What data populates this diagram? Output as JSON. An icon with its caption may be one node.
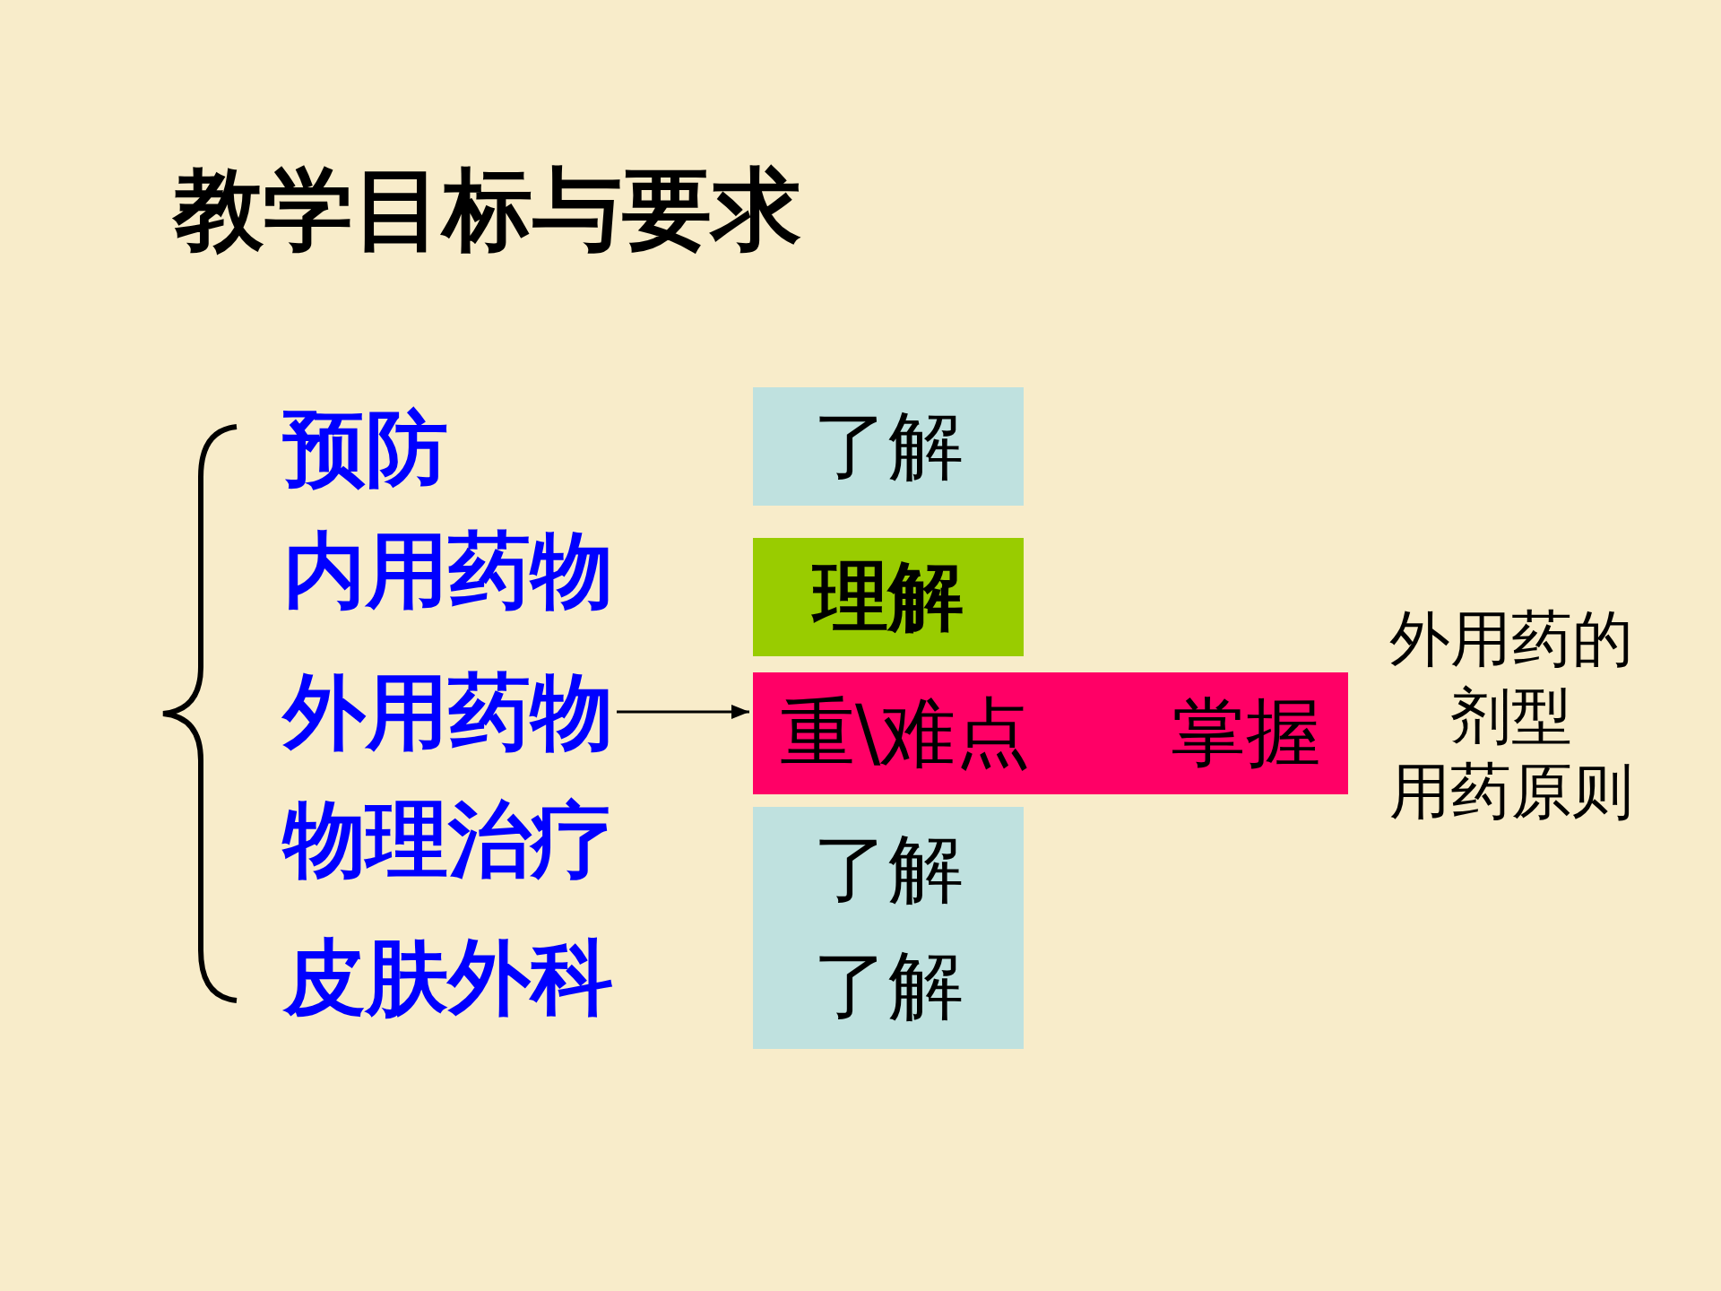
{
  "diagram": {
    "title": "教学目标与要求",
    "nodes": [
      {
        "text": [
          "了解"
        ]
      },
      {
        "text": [
          "理解"
        ]
      },
      {
        "text": [
          "外用药物"
        ]
      },
      {
        "text": [
          "重\\难点",
          "掌握"
        ],
        "beside": [
          "外用药的剂型",
          "用药原则"
        ]
      },
      {
        "text": [
          "了解",
          "了解"
        ]
      }
    ],
    "edges": [
      {
        "from": 2,
        "to": 3,
        "arrow": "to"
      }
    ],
    "labels": [
      "预防",
      "内用药物",
      "物理治疗",
      "皮肤外科"
    ]
  }
}
